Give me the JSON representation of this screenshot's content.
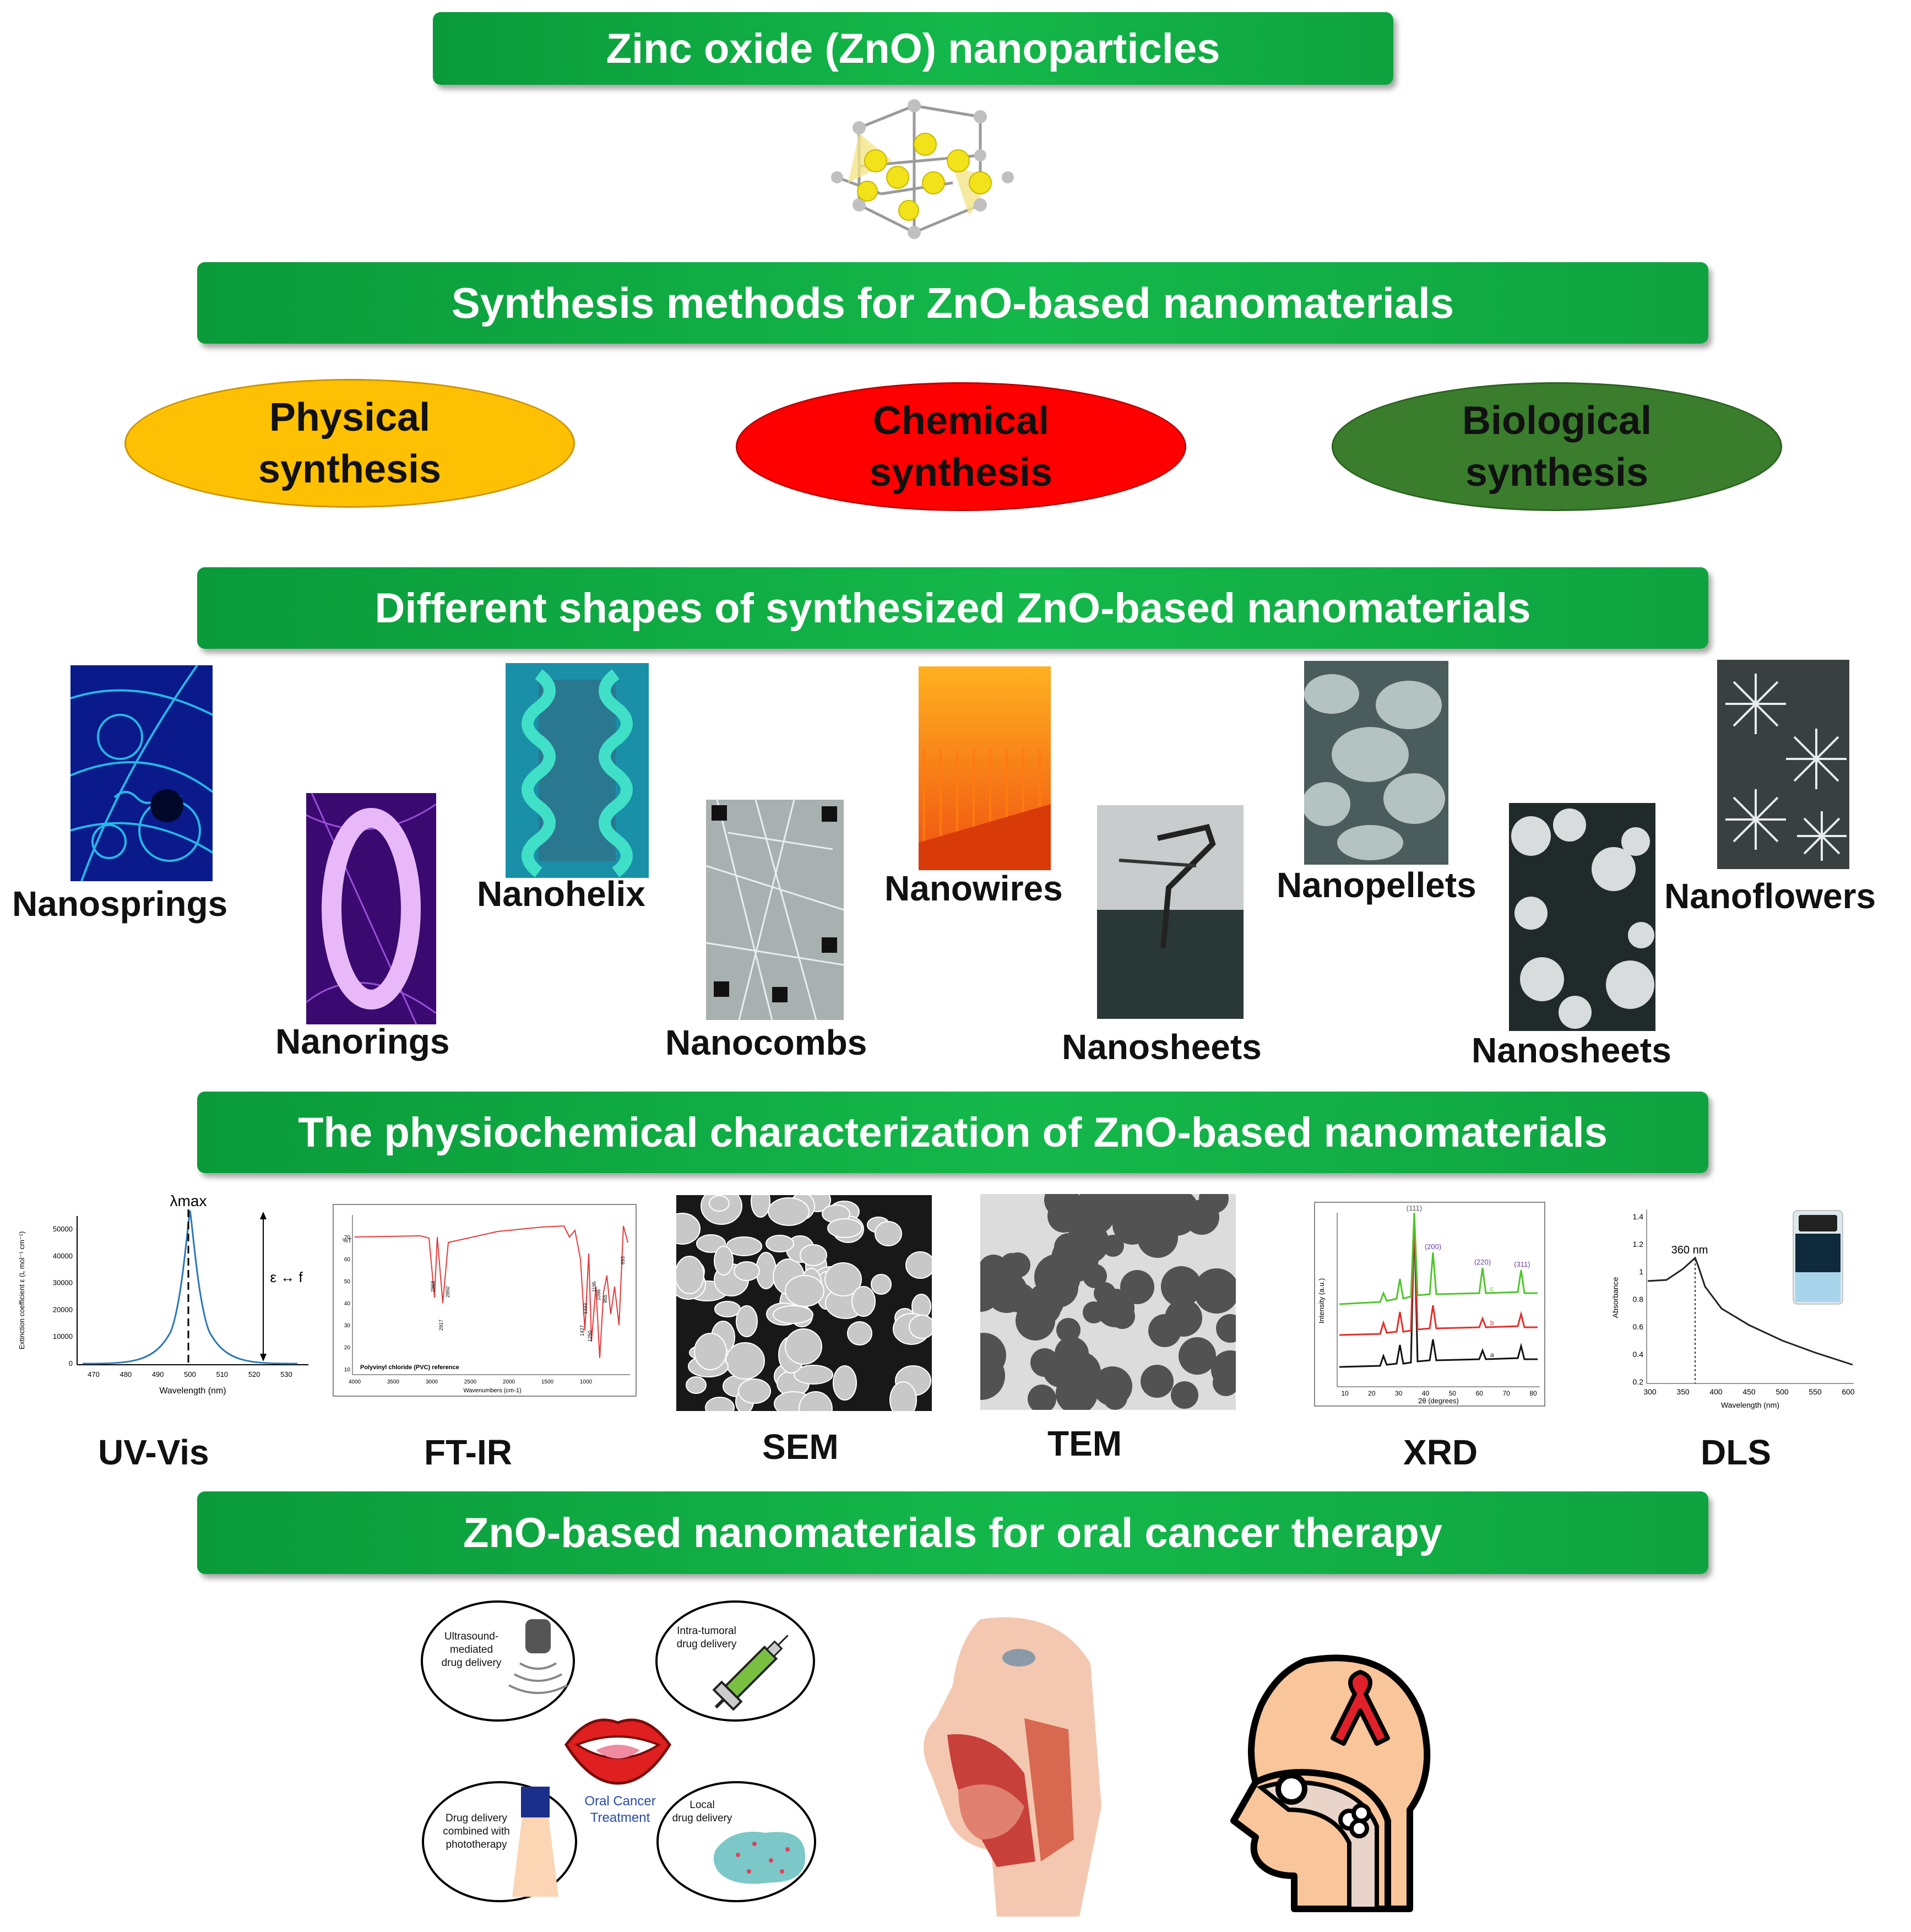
{
  "banners": {
    "title": "Zinc oxide (ZnO) nanoparticles",
    "synthesis": "Synthesis methods for ZnO-based nanomaterials",
    "shapes": "Different shapes of synthesized ZnO-based nanomaterials",
    "characterization": "The physiochemical characterization of ZnO-based nanomaterials",
    "therapy": "ZnO-based nanomaterials for oral cancer therapy"
  },
  "synthesis_methods": [
    {
      "label": "Physical synthesis",
      "line1": "Physical",
      "line2": "synthesis",
      "color": "#fdc003"
    },
    {
      "label": "Chemical synthesis",
      "line1": "Chemical",
      "line2": "synthesis",
      "color": "#ff0000"
    },
    {
      "label": "Biological synthesis",
      "line1": "Biological",
      "line2": "synthesis",
      "color": "#3a7d2c"
    }
  ],
  "shapes": [
    "Nanosprings",
    "Nanorings",
    "Nanohelix",
    "Nanocombs",
    "Nanowires",
    "Nanosheets",
    "Nanopellets",
    "Nanosheets",
    "Nanoflowers"
  ],
  "characterization": {
    "techniques": [
      "UV-Vis",
      "FT-IR",
      "SEM",
      "TEM",
      "XRD",
      "DLS"
    ],
    "uvvis": {
      "peak_label": "λmax",
      "side_label": "ε ↔ f",
      "xlabel": "Wavelength (nm)",
      "ylabel": "Extinction coefficient ε (L mol⁻¹ cm⁻¹)",
      "xticks": [
        "470",
        "480",
        "490",
        "500",
        "510",
        "520",
        "530"
      ],
      "yticks": [
        "0",
        "10000",
        "20000",
        "30000",
        "40000",
        "50000"
      ]
    },
    "ftir": {
      "caption": "Polyvinyl chloride (PVC) reference",
      "xlabel": "Wavenumbers (cm-1)",
      "ylabel": "%T",
      "xticks": [
        "4000",
        "3500",
        "3000",
        "2500",
        "2000",
        "1500",
        "1000"
      ],
      "yticks": [
        "10",
        "20",
        "30",
        "40",
        "50",
        "60",
        "70"
      ],
      "peaks": [
        "2968",
        "2917",
        "2850",
        "1427",
        "1333",
        "1250",
        "1195",
        "1096",
        "955",
        "693"
      ]
    },
    "xrd": {
      "xlabel": "2θ (degrees)",
      "ylabel": "Intensity (a.u.)",
      "peaks": [
        "(111)",
        "(200)",
        "(220)",
        "(311)"
      ],
      "series_labels": [
        "a",
        "b",
        "c"
      ],
      "xticks": [
        "10",
        "20",
        "30",
        "40",
        "50",
        "60",
        "70",
        "80"
      ]
    },
    "dls": {
      "peak_label": "360 nm",
      "xlabel": "Wavelength (nm)",
      "ylabel": "Absorbance",
      "xticks": [
        "300",
        "350",
        "400",
        "450",
        "500",
        "550",
        "600"
      ],
      "yticks": [
        "0.2",
        "0.4",
        "0.6",
        "0.8",
        "1",
        "1.2",
        "1.4"
      ]
    }
  },
  "therapy": {
    "center_label": "Oral Cancer Treatment",
    "center_line1": "Oral Cancer",
    "center_line2": "Treatment",
    "routes": [
      {
        "lines": [
          "Ultrasound-",
          "mediated",
          "drug delivery"
        ]
      },
      {
        "lines": [
          "Intra-tumoral",
          "drug delivery"
        ]
      },
      {
        "lines": [
          "Drug delivery",
          "combined with",
          "phototherapy"
        ]
      },
      {
        "lines": [
          "Local",
          "drug delivery"
        ]
      }
    ]
  }
}
